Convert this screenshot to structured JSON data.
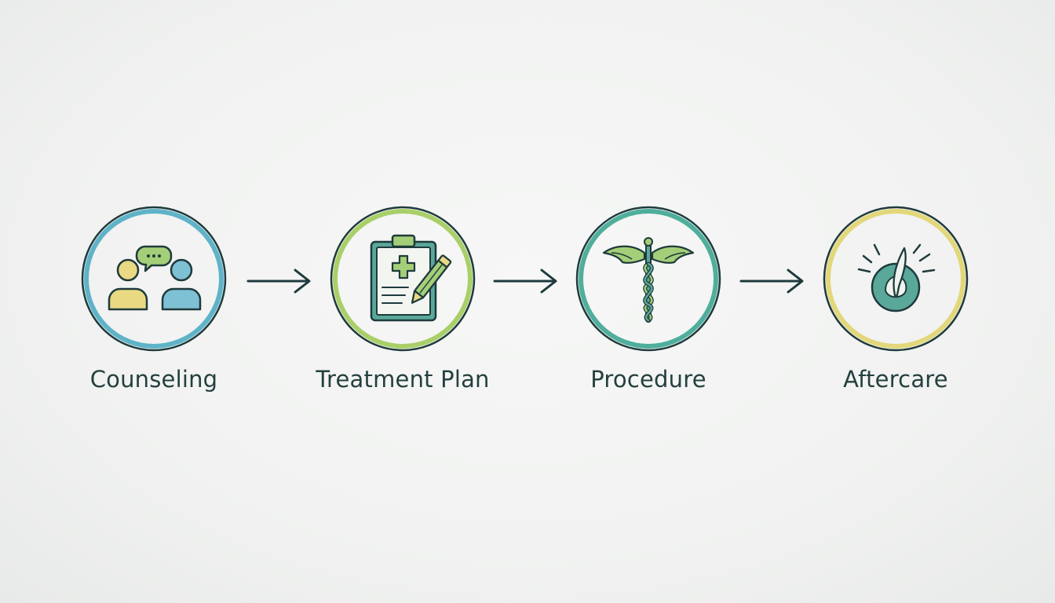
{
  "diagram": {
    "steps": [
      {
        "label": "Counseling",
        "icon": "consultation-people-icon",
        "ring_color": "#5fb3c8"
      },
      {
        "label": "Treatment Plan",
        "icon": "clipboard-plan-icon",
        "ring_color": "#a9cf6a"
      },
      {
        "label": "Procedure",
        "icon": "caduceus-icon",
        "ring_color": "#4fae9c"
      },
      {
        "label": "Aftercare",
        "icon": "hair-follicle-icon",
        "ring_color": "#e2d77a"
      }
    ],
    "colors": {
      "outline": "#1f3a3c",
      "text": "#24403f",
      "teal": "#5aa89a",
      "blue": "#7ec0d4",
      "yellow": "#e9d983",
      "green": "#a4cf78"
    }
  }
}
